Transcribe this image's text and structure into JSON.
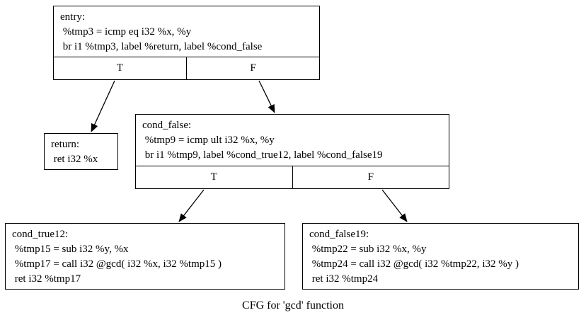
{
  "caption": "CFG for 'gcd' function",
  "colors": {
    "background": "#ffffff",
    "border": "#000000",
    "text": "#000000"
  },
  "nodes": {
    "entry": {
      "lines": [
        "entry:",
        " %tmp3 = icmp eq i32 %x, %y",
        " br i1 %tmp3, label %return, label %cond_false"
      ],
      "true_label": "T",
      "false_label": "F"
    },
    "return": {
      "lines": [
        "return:",
        " ret i32 %x"
      ]
    },
    "cond_false": {
      "lines": [
        "cond_false:",
        " %tmp9 = icmp ult i32 %x, %y",
        " br i1 %tmp9, label %cond_true12, label %cond_false19"
      ],
      "true_label": "T",
      "false_label": "F"
    },
    "cond_true12": {
      "lines": [
        "cond_true12:",
        " %tmp15 = sub i32 %y, %x",
        " %tmp17 = call i32 @gcd( i32 %x, i32 %tmp15 )",
        " ret i32 %tmp17"
      ]
    },
    "cond_false19": {
      "lines": [
        "cond_false19:",
        " %tmp22 = sub i32 %x, %y",
        " %tmp24 = call i32 @gcd( i32 %tmp22, i32 %y )",
        " ret i32 %tmp24"
      ]
    }
  },
  "edges": [
    {
      "from": "entry",
      "port": "T",
      "to": "return"
    },
    {
      "from": "entry",
      "port": "F",
      "to": "cond_false"
    },
    {
      "from": "cond_false",
      "port": "T",
      "to": "cond_true12"
    },
    {
      "from": "cond_false",
      "port": "F",
      "to": "cond_false19"
    }
  ]
}
